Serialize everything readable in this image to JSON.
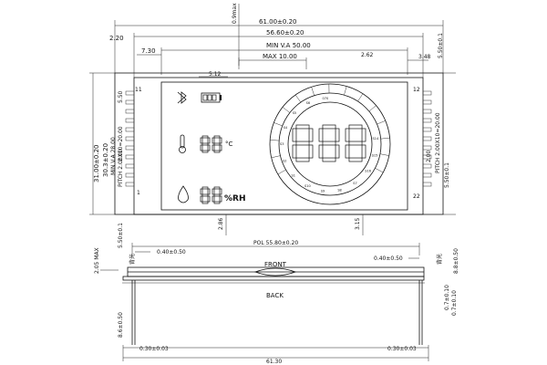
{
  "dimensions": {
    "overall_width": "61.00±0.20",
    "inner_width": "56.60±0.20",
    "va_width": "MIN V.A 50.00",
    "max_10": "MAX 10.00",
    "dim_220": "2.20",
    "dim_730": "7.30",
    "dim_512": "5.12",
    "dim_262": "2.62",
    "dim_348": "3.48",
    "dim_09max": "0.9max",
    "dim_550_right": "5.50±0.1",
    "overall_height": "31.00±0.20",
    "inner_height": "30.3±0.20",
    "va_height": "MIN V.A 28.00",
    "pitch_left": "PITCH 2.00X10=20.00",
    "pitch_right": "PITCH 2.00X10=20.00",
    "dim_550_left_top": "5.50",
    "dim_200_left": "2.00",
    "dim_200_right": "2.00",
    "dim_550_right_bottom": "5.50±0.1",
    "dim_550_left_bottom": "5.50±0.1",
    "dim_286": "2.86",
    "dim_315": "3.15",
    "pol": "POL 55.80±0.20",
    "dim_040_left": "0.40±0.50",
    "dim_040_right": "0.40±0.50",
    "dim_205max": "2.05 MAX",
    "dim_88": "8.8±0.50",
    "dim_07": "0.7±0.10",
    "dim_07b": "0.7±0.10",
    "dim_86": "8.6±0.50",
    "dim_030_left": "0.30±0.03",
    "dim_030_right": "0.30±0.03",
    "dim_6130": "61.30"
  },
  "pins": {
    "left_top": "11",
    "left_bottom": "1",
    "right_top": "12",
    "right_bottom": "22"
  },
  "labels": {
    "front": "FRONT",
    "back": "BACK",
    "celsius": "°C",
    "rh": "%RH",
    "side_mark_left": "背光",
    "side_mark_right": "背光"
  },
  "ring_labels": [
    "070",
    "S6",
    "S5",
    "S4",
    "S3",
    "S2",
    "S1",
    "S10",
    "S9",
    "S8",
    "S7",
    "S16",
    "S15",
    "S14"
  ],
  "colors": {
    "line": "#111111",
    "background": "#ffffff"
  }
}
